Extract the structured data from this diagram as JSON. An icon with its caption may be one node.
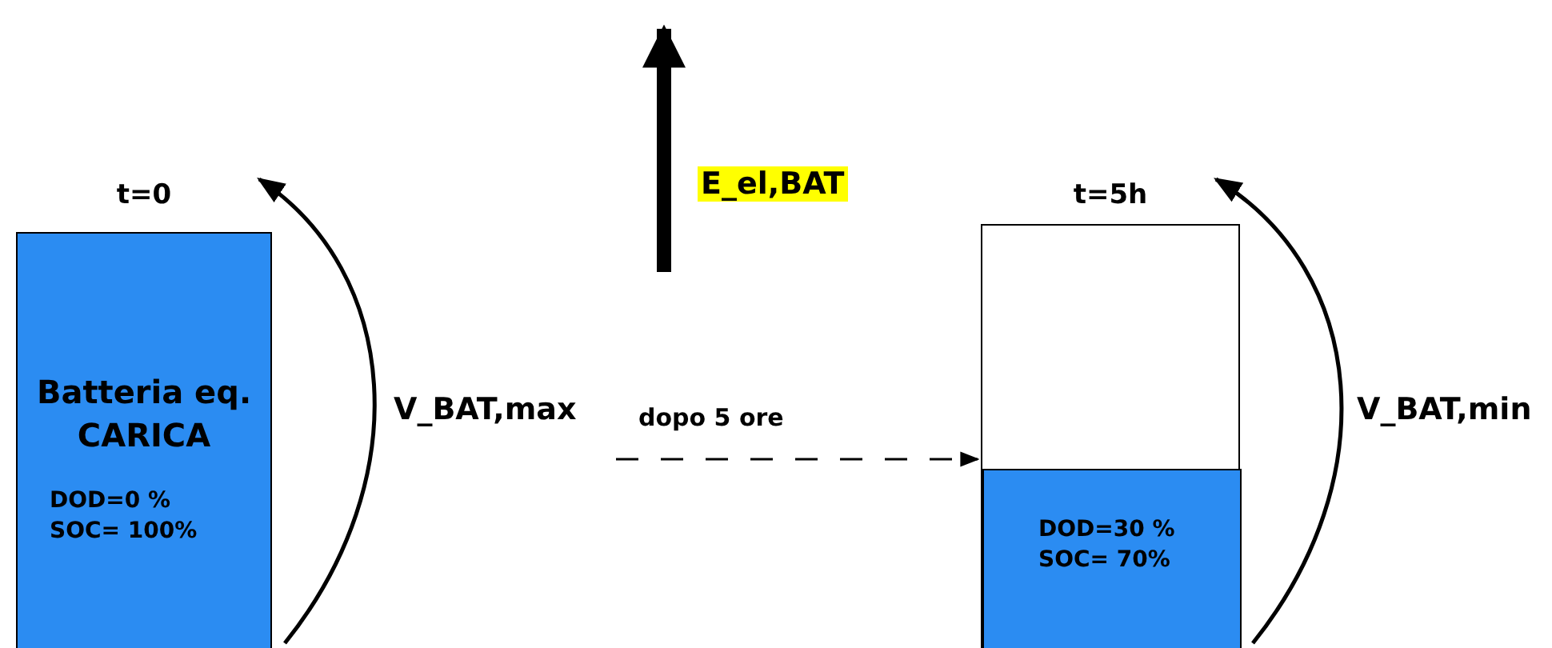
{
  "diagram": {
    "nodes": [
      {
        "text": [
          "t=0",
          "Batteria eq. CARICA",
          "DOD=0 % SOC= 100%"
        ]
      },
      {
        "text": [
          "t=5h"
        ]
      },
      {
        "text": [
          "DOD=30 % SOC= 70%"
        ],
        "in": 1
      }
    ],
    "edges": [
      {
        "from": null,
        "to": 1,
        "arrow": "to",
        "label": "dopo 5 ore",
        "style": "dashed"
      }
    ],
    "labels": [
      "E_el,BAT",
      "V_BAT,max",
      "V_BAT,min"
    ]
  }
}
